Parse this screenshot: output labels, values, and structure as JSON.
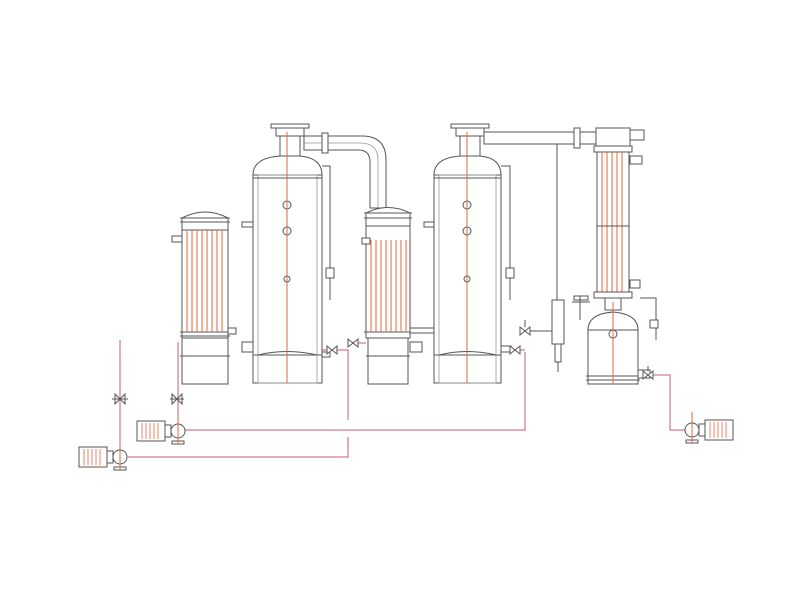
{
  "diagram": {
    "colors": {
      "background": "#ffffff",
      "outline": "#555555",
      "pipe": "#c0606e",
      "tube": "#e0683a",
      "motor": "#e8836a",
      "insulation": "#aaaaaa"
    },
    "components": [
      "preheater-1",
      "evaporator-1",
      "preheater-2",
      "evaporator-2",
      "condenser",
      "receiver-tank",
      "feed-pump-1",
      "feed-pump-2",
      "discharge-pump"
    ]
  }
}
